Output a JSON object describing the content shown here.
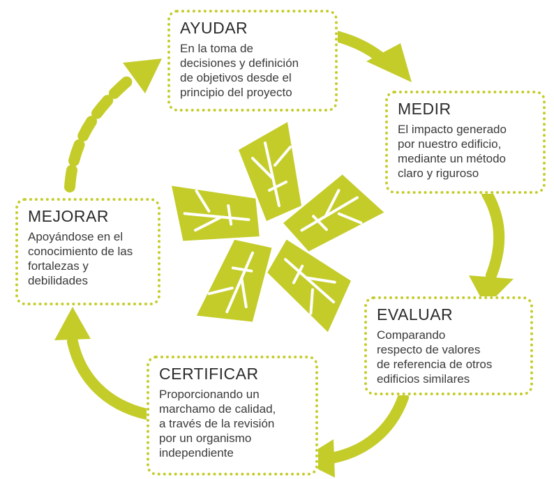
{
  "colors": {
    "accent": "#c4cc2a",
    "text": "#3a3a3a",
    "title": "#2b2b2b",
    "background": "#ffffff"
  },
  "center_icon": "five-leaf-flower-icon",
  "steps": [
    {
      "id": "ayudar",
      "title": "AYUDAR",
      "text": "En la toma de\ndecisiones y definición\nde objetivos desde el\nprincipio del proyecto"
    },
    {
      "id": "medir",
      "title": "MEDIR",
      "text": "El impacto generado\npor nuestro edificio,\nmediante un método\nclaro y riguroso"
    },
    {
      "id": "evaluar",
      "title": "EVALUAR",
      "text": "Comparando\nrespecto de valores\nde referencia de otros\nedificios similares"
    },
    {
      "id": "certificar",
      "title": "CERTIFICAR",
      "text": "Proporcionando un\nmarchamo de calidad,\na través de la revisión\npor un organismo\nindependiente"
    },
    {
      "id": "mejorar",
      "title": "MEJORAR",
      "text": "Apoyándose en el\nconocimiento de las\nfortalezas y\ndebilidades"
    }
  ]
}
